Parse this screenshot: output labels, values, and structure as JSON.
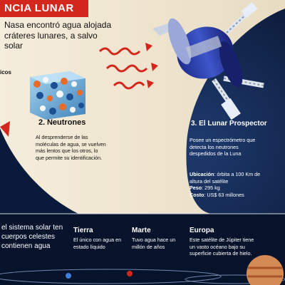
{
  "title": "NCIA LUNAR",
  "intro": "Nasa encontró agua alojada cráteres lunares, a salvo solar",
  "section_cosmicos_fragment": "icos",
  "neutrones": {
    "number": "2.",
    "title": "Neutrones",
    "body": "Al desprenderse de las moléculas de agua, se vuelven más lentos que los otros, lo que permite su identificación."
  },
  "lunar_prospector": {
    "number": "3.",
    "title": "El Lunar Prospector",
    "body": "Posee un espectrómetro que detecta los neutrones despedidos de la Luna",
    "ubicacion_label": "Ubicación",
    "ubicacion_value": ": órbita a 100 Km de altura del satélite",
    "peso_label": "Peso",
    "peso_value": ": 295 kg",
    "costo_label": "Costo",
    "costo_value": ": US$ 63 millones"
  },
  "bottom_intro": "el sistema solar ten cuerpos celestes contienen agua",
  "planets": [
    {
      "name": "Tierra",
      "desc": "El único con agua en estado líquido"
    },
    {
      "name": "Marte",
      "desc": "Tuvo agua hace un millón de años"
    },
    {
      "name": "Europa",
      "desc": "Este satélite de Júpiter tiene un vasto océano bajo su superficie cubierta de hielo."
    }
  ],
  "colors": {
    "title_bar": "#d3261d",
    "space": "#0b1b3a",
    "moon": "#f2e9d6",
    "wave": "#d3261d"
  }
}
